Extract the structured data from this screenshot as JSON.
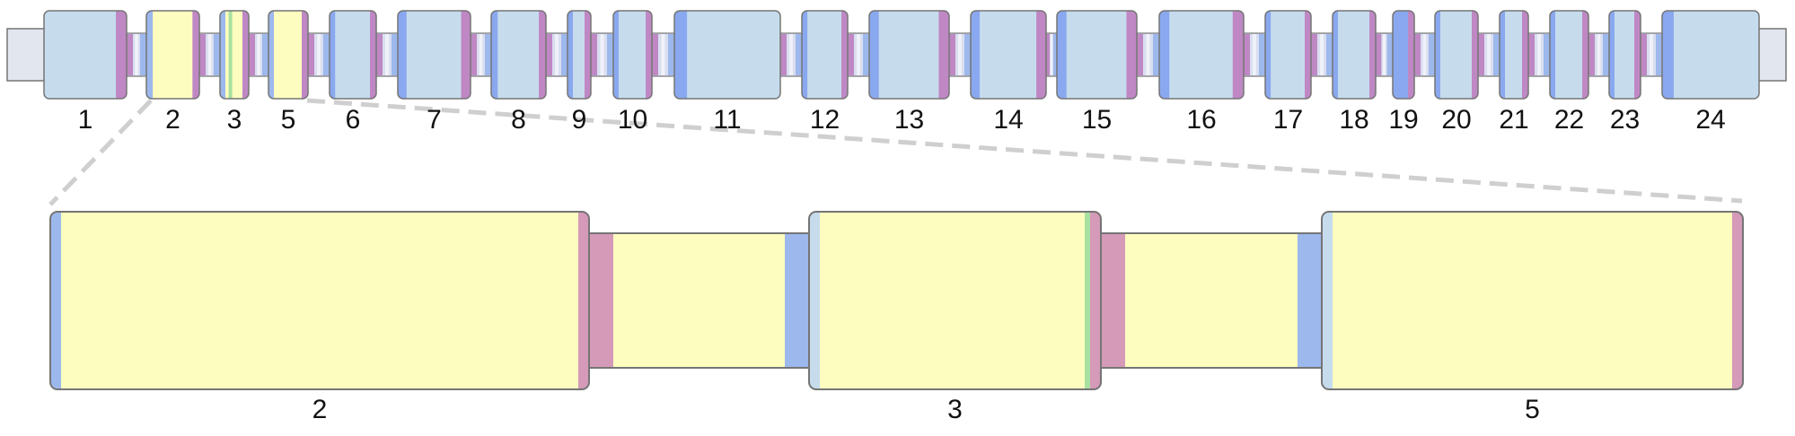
{
  "colors": {
    "yellow": "#fdfdbf",
    "light_blue": "#c6dced",
    "blue": "#9db8ec",
    "blue_mid": "#8aa8ef",
    "pink": "#d49ab8",
    "pink_edge": "#bf88c4",
    "green": "#a8e0a0",
    "end_cap": "#e2e6ef",
    "outline": "#757575",
    "dash": "#cfcfcf"
  },
  "top_track": {
    "segments": [
      {
        "label": "1",
        "fill": "light_blue",
        "left": null,
        "right": "pink_edge"
      },
      {
        "label": "2",
        "fill": "yellow",
        "left": "blue",
        "right": "pink_edge"
      },
      {
        "label": "3",
        "fill": "yellow",
        "left": "blue",
        "right": "pink_edge",
        "extra": "green"
      },
      {
        "label": "5",
        "fill": "yellow",
        "left": "blue",
        "right": "pink_edge"
      },
      {
        "label": "6",
        "fill": "light_blue",
        "left": "blue_mid",
        "right": "pink_edge"
      },
      {
        "label": "7",
        "fill": "light_blue",
        "left": "blue_mid",
        "right": "pink_edge"
      },
      {
        "label": "8",
        "fill": "light_blue",
        "left": "blue_mid",
        "right": "pink_edge"
      },
      {
        "label": "9",
        "fill": "light_blue",
        "left": "blue_mid",
        "right": "pink_edge"
      },
      {
        "label": "10",
        "fill": "light_blue",
        "left": "blue_mid",
        "right": "pink_edge"
      },
      {
        "label": "11",
        "fill": "light_blue",
        "left": "blue_mid",
        "right": null
      },
      {
        "label": "12",
        "fill": "light_blue",
        "left": "blue_mid",
        "right": "pink_edge"
      },
      {
        "label": "13",
        "fill": "light_blue",
        "left": "blue_mid",
        "right": "pink_edge"
      },
      {
        "label": "14",
        "fill": "light_blue",
        "left": "blue_mid",
        "right": "pink_edge"
      },
      {
        "label": "15",
        "fill": "light_blue",
        "left": "blue_mid",
        "right": "pink_edge"
      },
      {
        "label": "16",
        "fill": "light_blue",
        "left": "blue_mid",
        "right": "pink_edge"
      },
      {
        "label": "17",
        "fill": "light_blue",
        "left": "blue_mid",
        "right": "pink_edge"
      },
      {
        "label": "18",
        "fill": "light_blue",
        "left": "blue_mid",
        "right": "pink_edge"
      },
      {
        "label": "19",
        "fill": "blue_mid",
        "left": "blue_mid",
        "right": "pink_edge"
      },
      {
        "label": "20",
        "fill": "light_blue",
        "left": "blue_mid",
        "right": "pink_edge"
      },
      {
        "label": "21",
        "fill": "light_blue",
        "left": "blue_mid",
        "right": "pink_edge"
      },
      {
        "label": "22",
        "fill": "light_blue",
        "left": "blue_mid",
        "right": "pink_edge"
      },
      {
        "label": "23",
        "fill": "light_blue",
        "left": "blue_mid",
        "right": "pink_edge"
      },
      {
        "label": "24",
        "fill": "light_blue",
        "left": "blue_mid",
        "right": null
      }
    ]
  },
  "zoom": {
    "exons": [
      {
        "label": "2",
        "fill": "yellow",
        "left": "blue",
        "right": "pink"
      },
      {
        "label": "3",
        "fill": "yellow",
        "left": "light_blue",
        "right": "pink",
        "extra": "green"
      },
      {
        "label": "5",
        "fill": "yellow",
        "left": "light_blue",
        "right": "pink"
      }
    ],
    "connectors": [
      {
        "fill": "yellow",
        "left": "pink",
        "right": "blue"
      },
      {
        "fill": "yellow",
        "left": "pink",
        "right": "blue"
      }
    ]
  }
}
